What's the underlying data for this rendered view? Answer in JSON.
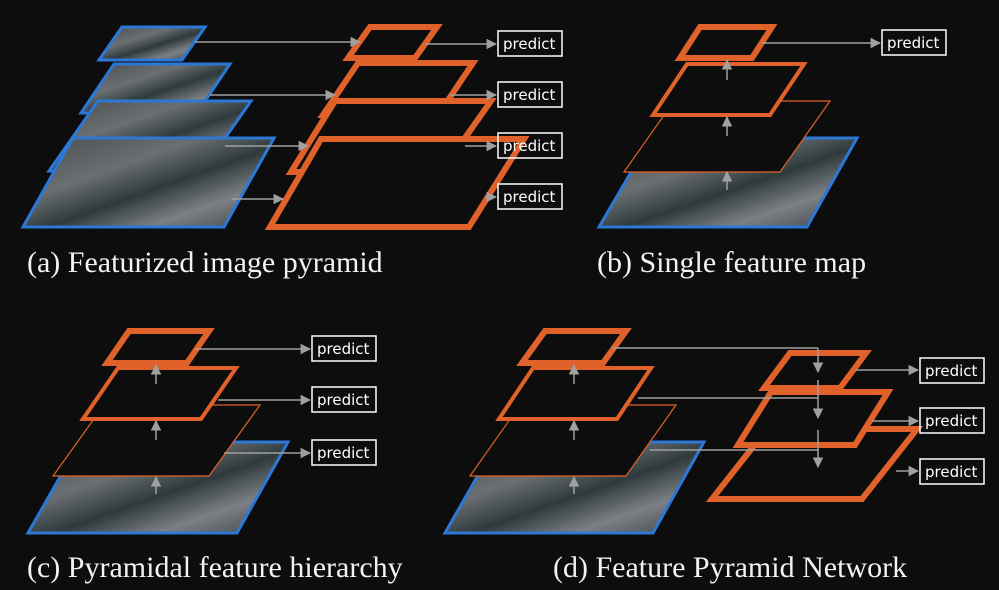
{
  "colors": {
    "background": "#0d0d0d",
    "image_border": "#2b78d6",
    "feature_border": "#e0622a",
    "arrow": "#a0a0a0",
    "text": "#f2f2f2"
  },
  "predict_label": "predict",
  "panels": {
    "a": {
      "caption": "(a) Featurized image pyramid"
    },
    "b": {
      "caption": "(b) Single feature map"
    },
    "c": {
      "caption": "(c) Pyramidal feature hierarchy"
    },
    "d": {
      "caption": "(d) Feature Pyramid Network"
    }
  }
}
